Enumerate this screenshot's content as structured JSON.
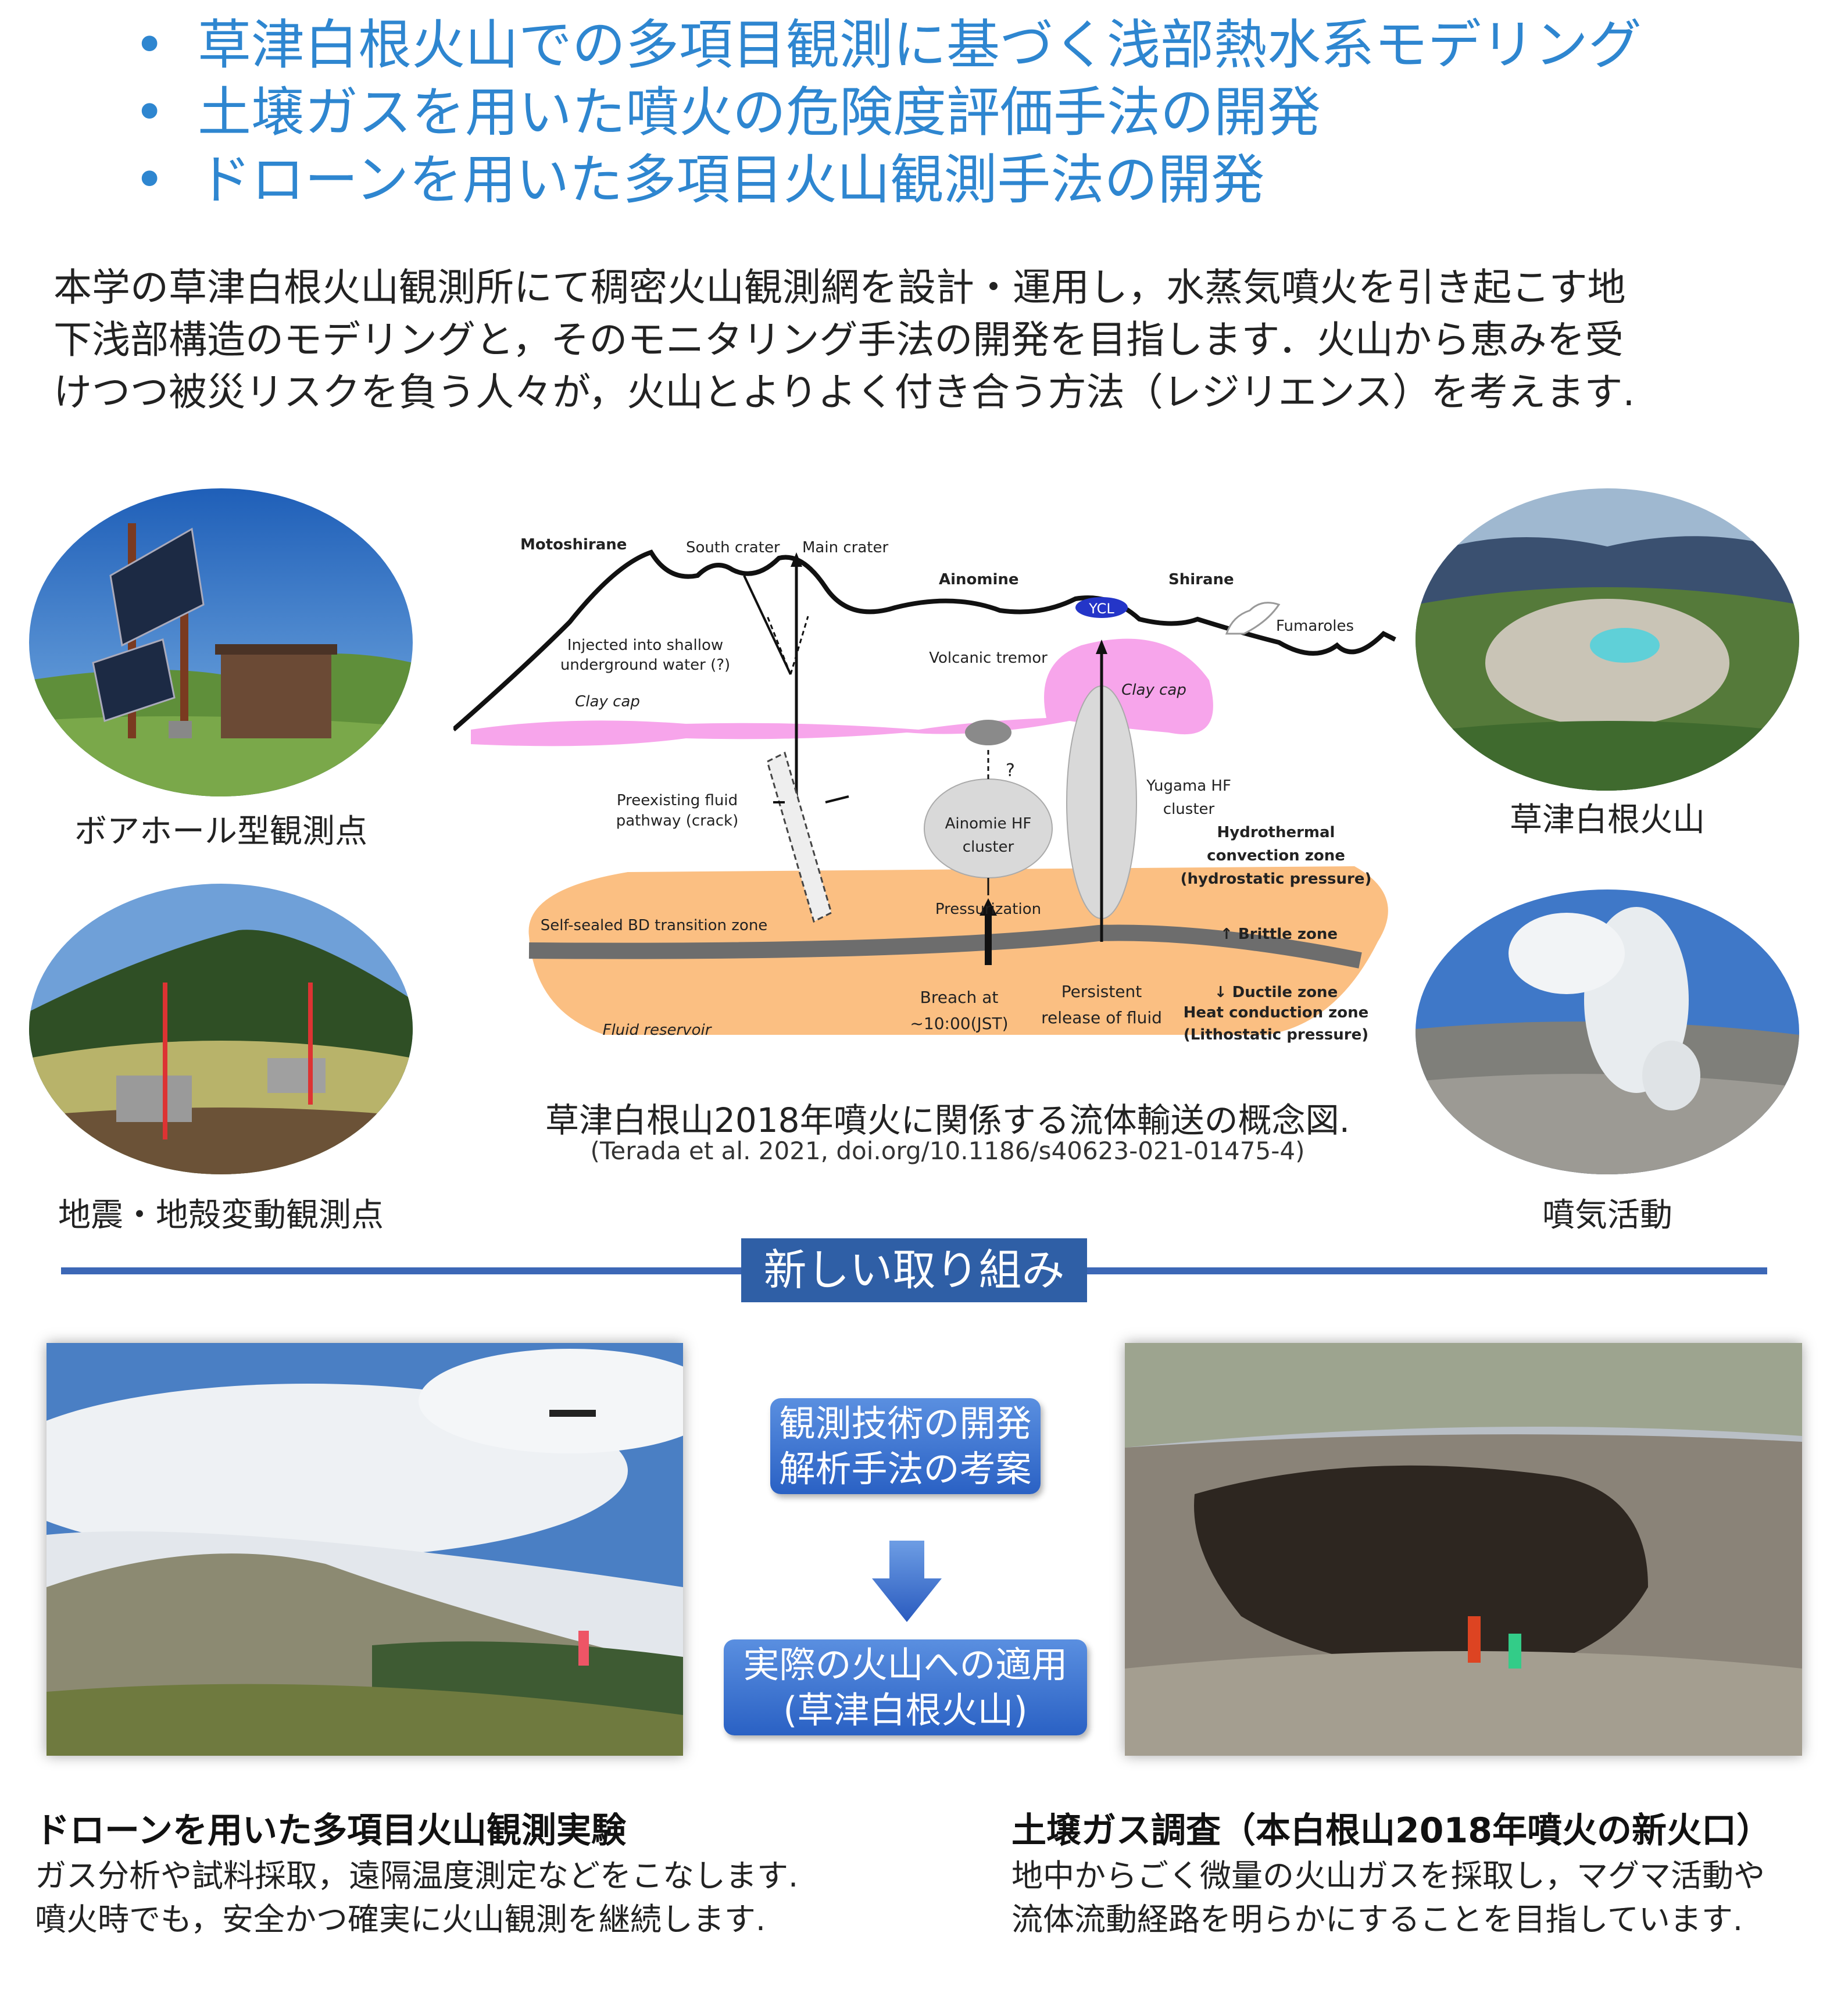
{
  "bullets": [
    "草津白根火山での多項目観測に基づく浅部熱水系モデリング",
    "土壌ガスを用いた噴火の危険度評価手法の開発",
    "ドローンを用いた多項目火山観測手法の開発"
  ],
  "bullet_marker": "•",
  "intro": [
    "本学の草津白根火山観測所にて稠密火山観測網を設計・運用し，水蒸気噴火を引き起こす地",
    "下浅部構造のモデリングと，そのモニタリング手法の開発を目指します．火山から恵みを受",
    "けつつ被災リスクを負う人々が，火山とよりよく付き合う方法（レジリエンス）を考えます."
  ],
  "photos": {
    "borehole_caption": "ボアホール型観測点",
    "seismic_caption": "地震・地殻変動観測点",
    "volcano_caption": "草津白根火山",
    "fumarole_caption": "噴気活動"
  },
  "diagram": {
    "motoshirane": "Motoshirane",
    "south_crater": "South crater",
    "main_crater": "Main crater",
    "ainomine": "Ainomine",
    "shirane": "Shirane",
    "ycl": "YCL",
    "fumaroles": "Fumaroles",
    "injected_1": "Injected into shallow",
    "injected_2": "underground water (?)",
    "volcanic_tremor": "Volcanic tremor",
    "clay_cap_left": "Clay cap",
    "clay_cap_right": "Clay cap",
    "question": "?",
    "preexisting_1": "Preexisting fluid",
    "preexisting_2": "pathway (crack)",
    "ainomie_1": "Ainomie HF",
    "ainomie_2": "cluster",
    "yugama_1": "Yugama HF",
    "yugama_2": "cluster",
    "hydro_1": "Hydrothermal",
    "hydro_2": "convection zone",
    "hydro_3": "(hydrostatic pressure)",
    "pressurization": "Pressurization",
    "self_sealed": "Self-sealed BD transition zone",
    "brittle": "↑ Brittle zone",
    "breach_1": "Breach at",
    "breach_2": "~10:00(JST)",
    "persistent_1": "Persistent",
    "persistent_2": "release of fluid",
    "ductile": "↓ Ductile zone",
    "heat": "Heat conduction zone",
    "litho": "(Lithostatic pressure)",
    "fluid_reservoir": "Fluid reservoir",
    "caption": "草津白根山2018年噴火に関係する流体輸送の概念図.",
    "citation": "(Terada et al. 2021, doi.org/10.1186/s40623-021-01475-4)"
  },
  "new_section": {
    "label": "新しい取り組み",
    "box_top_1": "観測技術の開発",
    "box_top_2": "解析手法の考案",
    "box_bottom_1": "実際の火山への適用",
    "box_bottom_2": "(草津白根火山)"
  },
  "left_block": {
    "title": "ドローンを用いた多項目火山観測実験",
    "line1": "ガス分析や試料採取，遠隔温度測定などをこなします.",
    "line2": "噴火時でも，安全かつ確実に火山観測を継続します."
  },
  "right_block": {
    "title": "土壌ガス調査（本白根山2018年噴火の新火口）",
    "line1": "地中からごく微量の火山ガスを採取し，マグマ活動や",
    "line2": "流体流動経路を明らかにすることを目指しています."
  },
  "colors": {
    "bullet_blue": "#2e86d0",
    "divider_blue": "#3c67b6",
    "badge_blue": "#2f5fa6",
    "clay_pink": "#f58ee6",
    "reservoir_orange": "#fbbf82"
  }
}
